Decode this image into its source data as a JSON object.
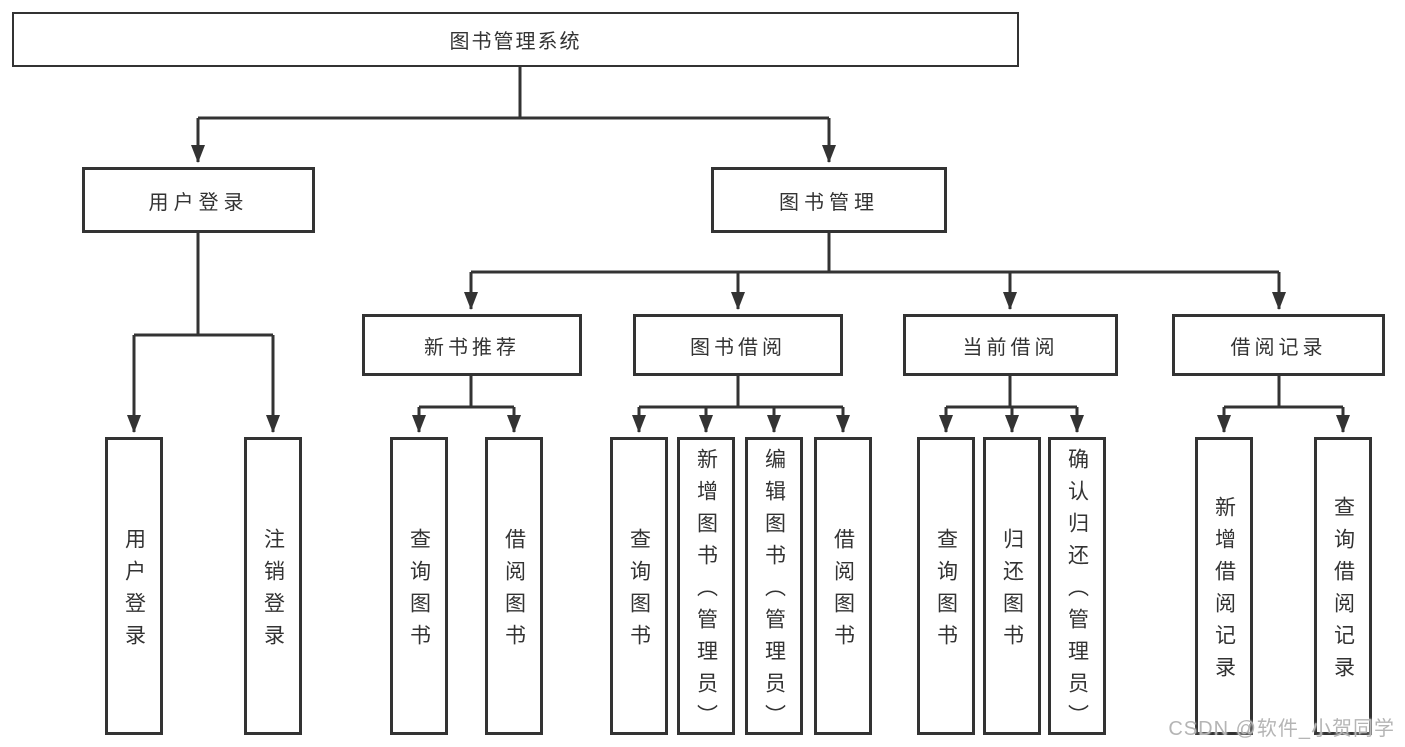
{
  "tree": {
    "root": "图书管理系统",
    "children": [
      {
        "label": "用户登录",
        "children": [
          "用户登录",
          "注销登录"
        ]
      },
      {
        "label": "图书管理",
        "children": [
          {
            "label": "新书推荐",
            "children": [
              "查询图书",
              "借阅图书"
            ]
          },
          {
            "label": "图书借阅",
            "children": [
              "查询图书",
              "新增图书（管理员）",
              "编辑图书（管理员）",
              "借阅图书"
            ]
          },
          {
            "label": "当前借阅",
            "children": [
              "查询图书",
              "归还图书",
              "确认归还（管理员）"
            ]
          },
          {
            "label": "借阅记录",
            "children": [
              "新增借阅记录",
              "查询借阅记录"
            ]
          }
        ]
      }
    ]
  },
  "watermark": {
    "text": "CSDN @软件_小贺同学"
  },
  "colors": {
    "line": "#333333",
    "text": "#333333",
    "box_background": "#ffffff",
    "page_background": "#ffffff",
    "watermark": "#b5b5b5"
  }
}
